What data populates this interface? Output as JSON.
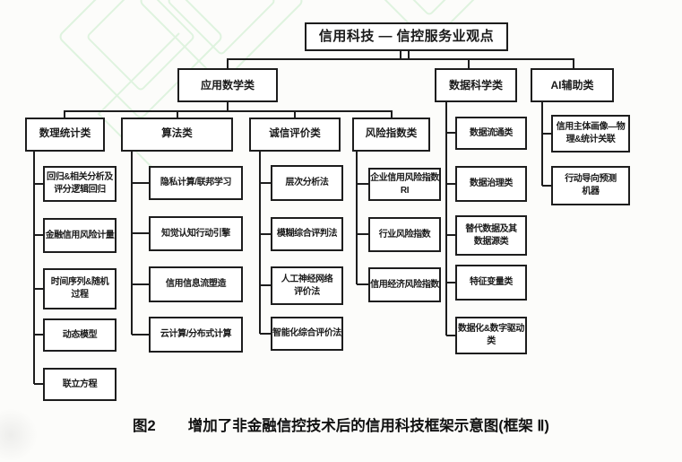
{
  "figure": {
    "root": {
      "label": "信用科技 — 信控服务业观点"
    },
    "branches": [
      {
        "label": "应用数学类",
        "groups": [
          {
            "label": "数理统计类",
            "children": [
              "回归&相关分析及\n评分逻辑回归",
              "金融信用风险计量",
              "时间序列&随机\n过程",
              "动态模型",
              "联立方程"
            ]
          },
          {
            "label": "算法类",
            "children": [
              "隐私计算/联邦学习",
              "知觉认知行动引擎",
              "信用信息流塑造",
              "云计算/分布式计算"
            ]
          },
          {
            "label": "诚信评价类",
            "children": [
              "层次分析法",
              "模糊综合评判法",
              "人工神经网络\n评价法",
              "智能化综合评价法"
            ]
          },
          {
            "label": "风险指数类",
            "children": [
              "企业信用风险指数\nRI",
              "行业风险指数",
              "信用经济风险指数"
            ]
          }
        ]
      },
      {
        "label": "数据科学类",
        "children": [
          "数据流通类",
          "数据治理类",
          "替代数据及其\n数据源类",
          "特征变量类",
          "数据化&数字驱动\n类"
        ]
      },
      {
        "label": "AI辅助类",
        "children": [
          "信用主体画像—物\n理&统计关联",
          "行动导向预测\n机器"
        ]
      }
    ]
  },
  "caption": {
    "figure_no": "图2",
    "text": "增加了非金融信控技术后的信用科技框架示意图(框架 Ⅱ)"
  },
  "colors": {
    "line": "#1d1d1d",
    "watermark": "#dff3df"
  }
}
